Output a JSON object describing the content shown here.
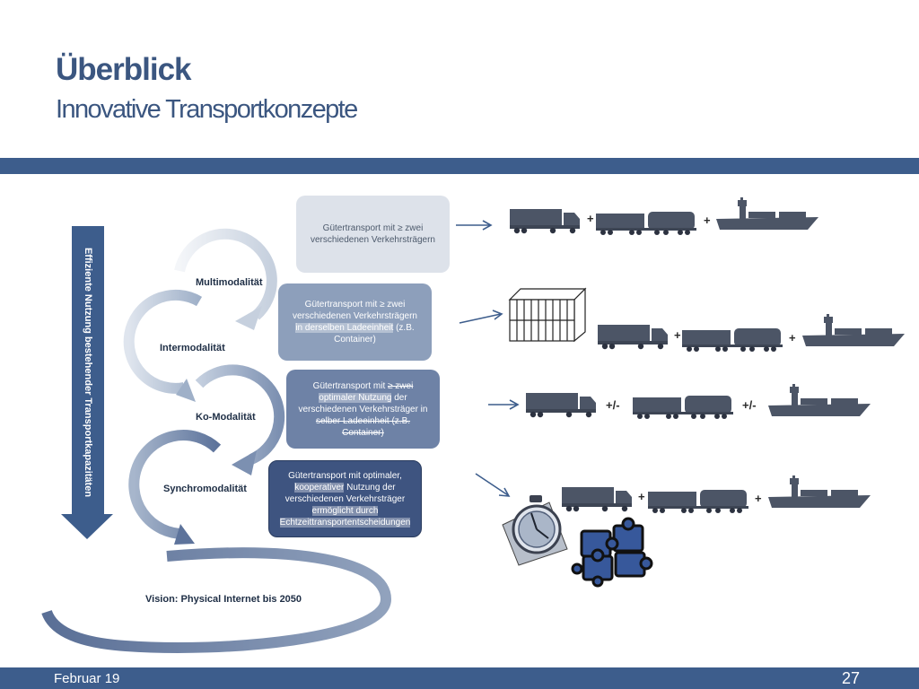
{
  "header": {
    "title": "Überblick",
    "subtitle": "Innovative Transportkonzepte"
  },
  "side_arrow": {
    "label": "Effiziente Nutzung bestehender Transportkapazitäten"
  },
  "levels": [
    {
      "label": "Multimodalität"
    },
    {
      "label": "Intermodalität"
    },
    {
      "label": "Ko-Modalität"
    },
    {
      "label": "Synchromodalität"
    }
  ],
  "boxes": {
    "multimodal": {
      "line1": "Gütertransport mit ≥ zwei",
      "line2": "verschiedenen Verkehrsträgern"
    },
    "intermodal": {
      "line1": "Gütertransport mit ≥ zwei",
      "line2": "verschiedenen Verkehrsträgern",
      "line3_highlight": "in derselben Ladeeinheit",
      "line3_rest": " (z.B.",
      "line4": "Container)"
    },
    "komodal": {
      "line1_a": "Gütertransport mit ",
      "line1_strike": "≥ zwei",
      "line2_highlight": "optimaler Nutzung",
      "line2_rest": " der",
      "line3": "verschiedenen Verkehrsträger in",
      "line4_strike": "selber Ladeeinheit (z.B.",
      "line5_strike": "Container)"
    },
    "synchromodal": {
      "line1": "Gütertransport mit optimaler,",
      "line2_highlight": "kooperativer",
      "line2_rest": " Nutzung der",
      "line3": "verschiedenen Verkehrsträger",
      "line4_highlight": "ermöglicht durch",
      "line5_highlight": "Echtzeittransportentscheidungen"
    }
  },
  "vision": {
    "label": "Vision: Physical Internet bis 2050"
  },
  "operators": {
    "row1": [
      "+",
      "+"
    ],
    "row2": [
      "+",
      "+"
    ],
    "row3": [
      "+/-",
      "+/-"
    ],
    "row4": [
      "+",
      "+"
    ]
  },
  "footer": {
    "date": "Februar 19",
    "page": "27"
  },
  "colors": {
    "brand": "#3d5d8c",
    "title": "#3b5680",
    "vehicle": "#4c5566"
  }
}
